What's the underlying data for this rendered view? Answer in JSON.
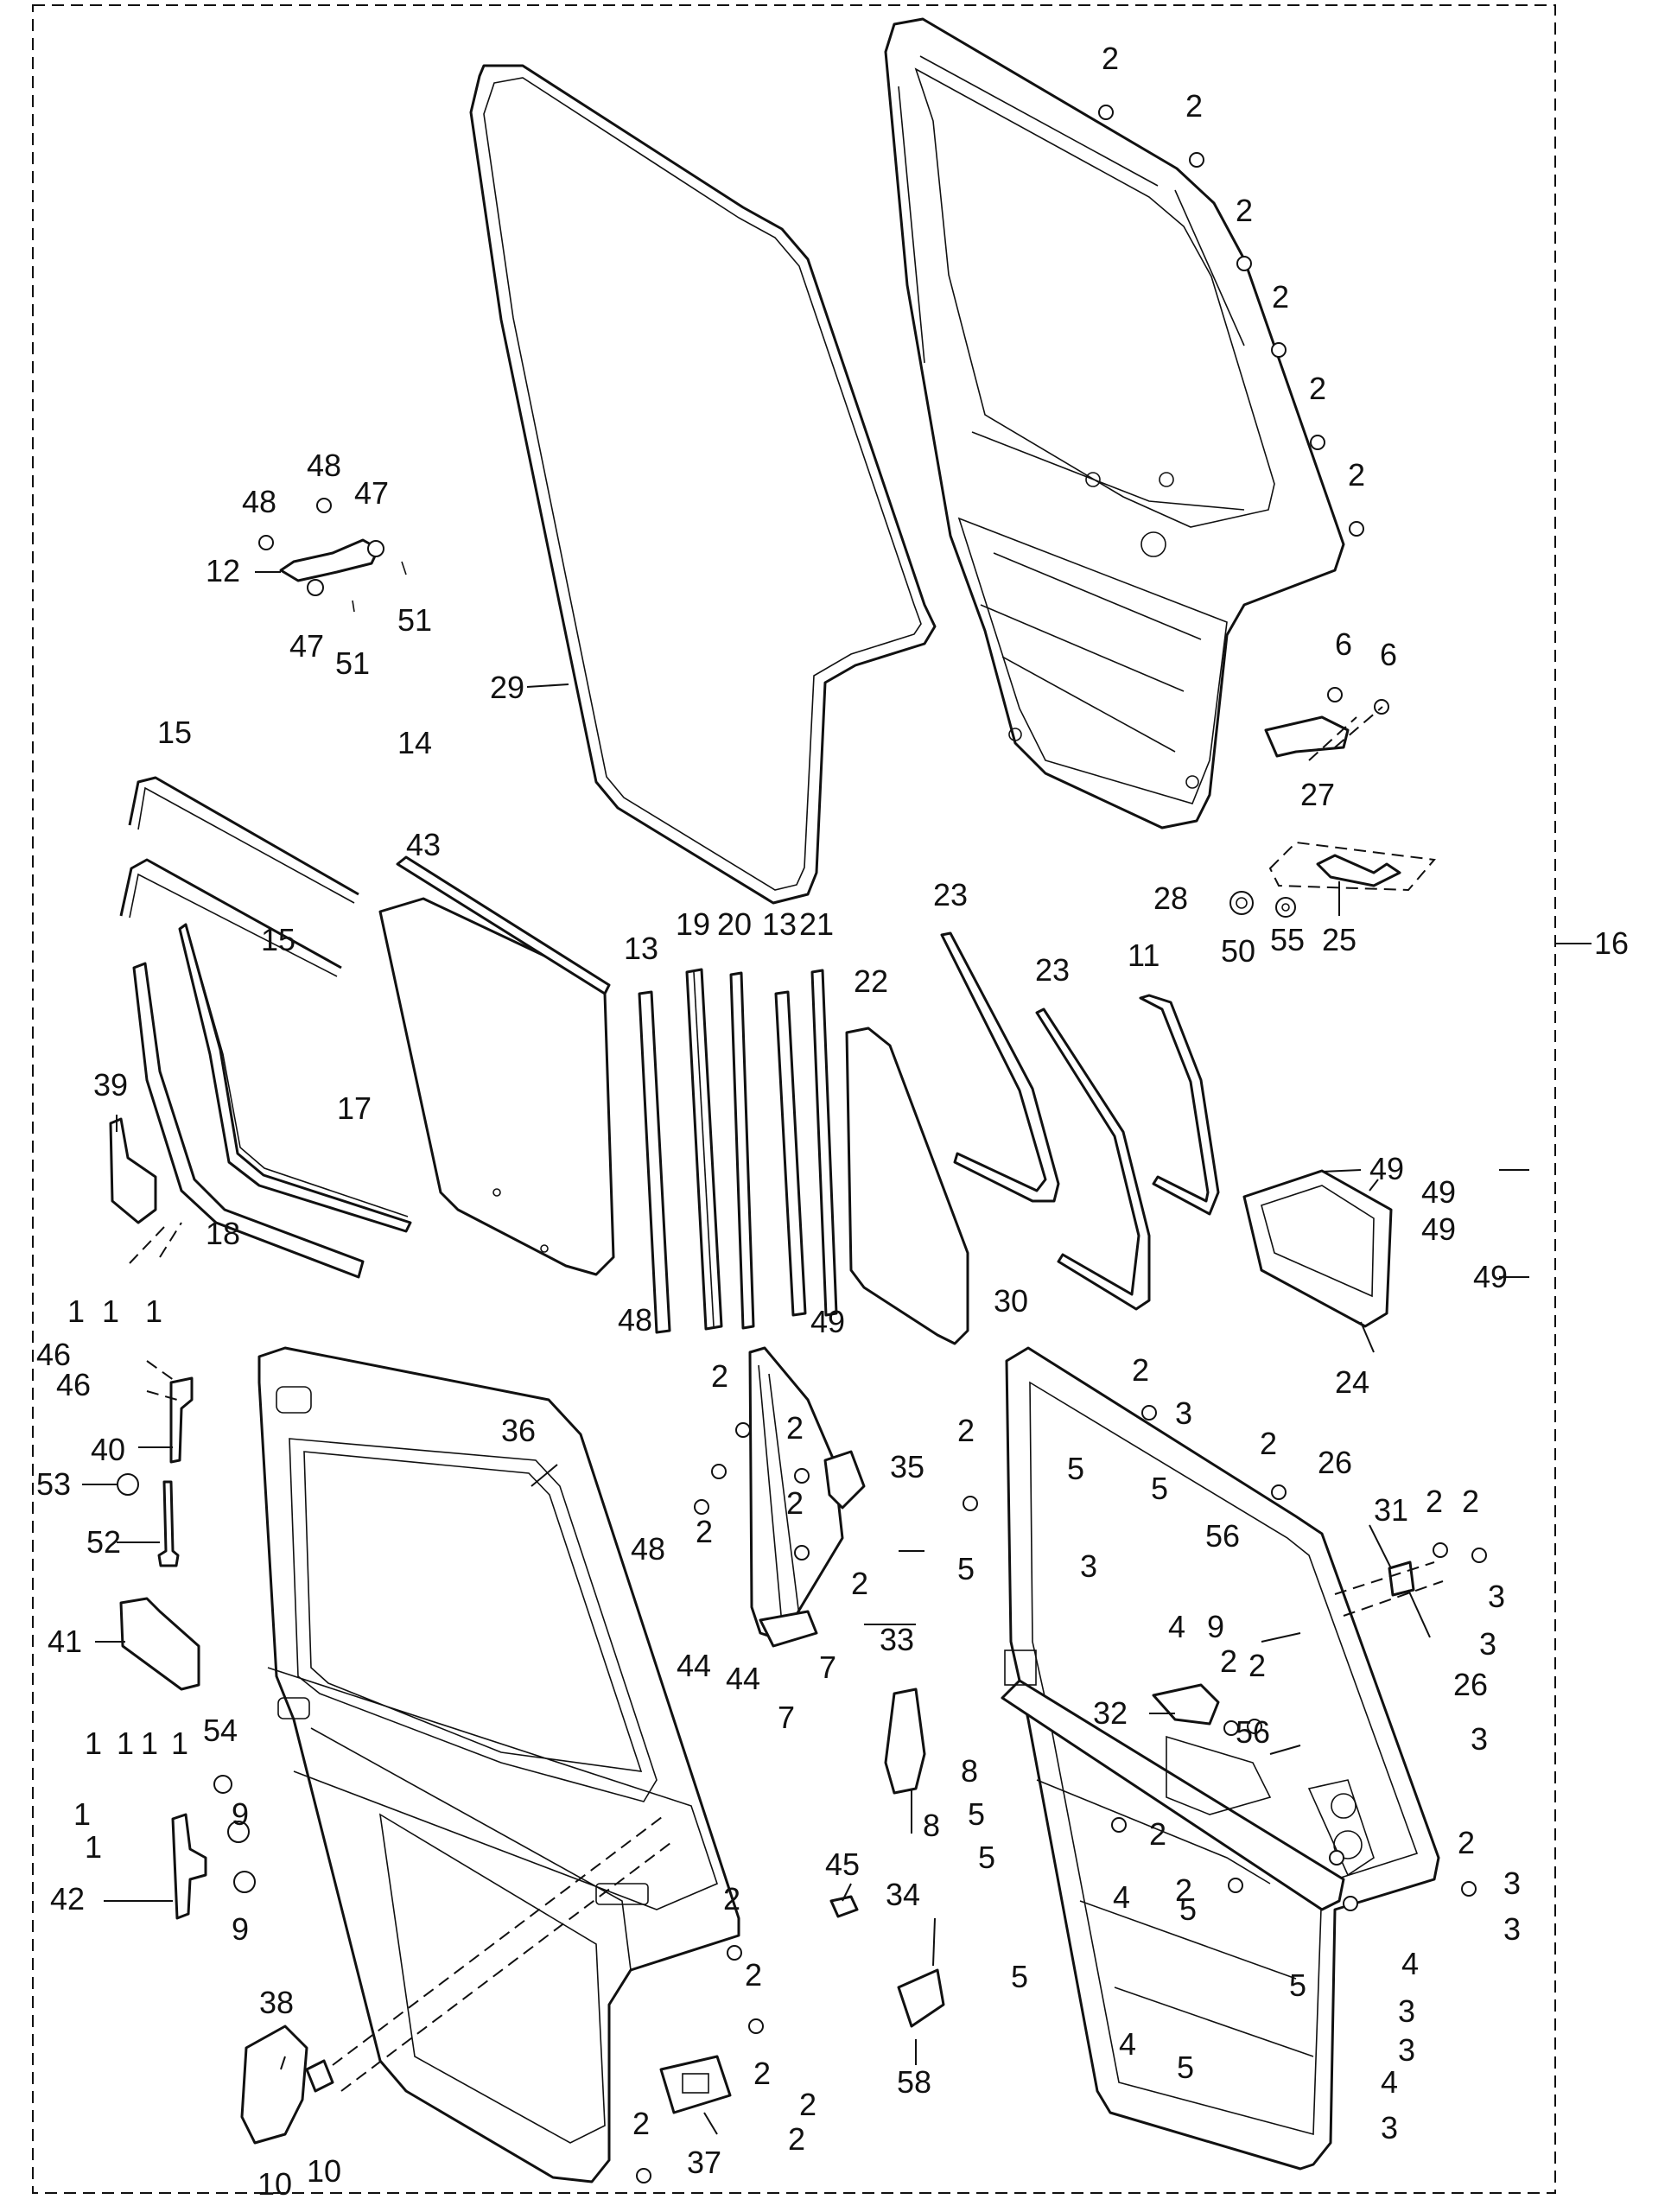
{
  "diagram": {
    "callouts": [
      "1",
      "2",
      "3",
      "4",
      "5",
      "6",
      "7",
      "8",
      "9",
      "10",
      "11",
      "12",
      "13",
      "14",
      "15",
      "16",
      "17",
      "18",
      "19",
      "20",
      "21",
      "22",
      "23",
      "24",
      "25",
      "26",
      "27",
      "28",
      "29",
      "30",
      "31",
      "32",
      "33",
      "34",
      "35",
      "36",
      "37",
      "38",
      "39",
      "40",
      "41",
      "42",
      "43",
      "44",
      "45",
      "46",
      "47",
      "48",
      "49",
      "50",
      "51",
      "52",
      "53",
      "54",
      "55",
      "56",
      "58"
    ]
  }
}
